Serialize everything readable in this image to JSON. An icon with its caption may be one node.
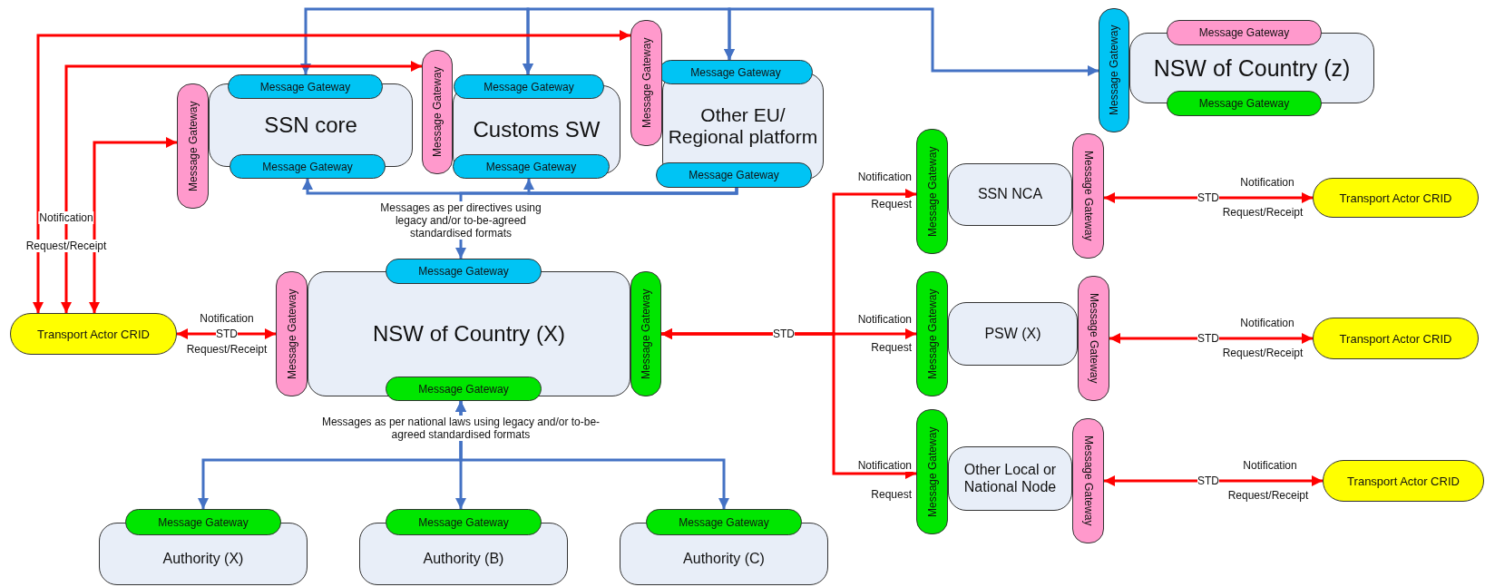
{
  "diagram": {
    "nodes": [
      {
        "text": [
          "SSN core"
        ]
      },
      {
        "text": [
          "Message Gateway"
        ]
      },
      {
        "text": [
          "Message Gateway"
        ]
      },
      {
        "text": [
          "Message Gateway"
        ]
      },
      {
        "text": [
          "Customs SW"
        ]
      },
      {
        "text": [
          "Message Gateway"
        ]
      },
      {
        "text": [
          "Message Gateway"
        ]
      },
      {
        "text": [
          "Message Gateway"
        ]
      },
      {
        "text": [
          "Other EU/ Regional platform"
        ]
      },
      {
        "text": [
          "Message Gateway"
        ]
      },
      {
        "text": [
          "Message Gateway"
        ]
      },
      {
        "text": [
          "Message Gateway"
        ]
      },
      {
        "text": [
          "NSW of Country (z)"
        ]
      },
      {
        "text": [
          "Message Gateway"
        ]
      },
      {
        "text": [
          "Message Gateway"
        ]
      },
      {
        "text": [
          "Message Gateway"
        ]
      },
      {
        "text": [
          "SSN NCA"
        ]
      },
      {
        "text": [
          "Message Gateway"
        ]
      },
      {
        "text": [
          "Message Gateway"
        ]
      },
      {
        "text": [
          "Transport Actor CRID"
        ]
      },
      {
        "text": [
          "NSW of Country (X)"
        ]
      },
      {
        "text": [
          "Message Gateway"
        ]
      },
      {
        "text": [
          "Message Gateway"
        ]
      },
      {
        "text": [
          "Message Gateway"
        ]
      },
      {
        "text": [
          "Message Gateway"
        ]
      },
      {
        "text": [
          "Transport Actor CRID"
        ]
      },
      {
        "text": [
          "PSW (X)"
        ]
      },
      {
        "text": [
          "Message Gateway"
        ]
      },
      {
        "text": [
          "Message Gateway"
        ]
      },
      {
        "text": [
          "Transport Actor CRID"
        ]
      },
      {
        "text": [
          "Other Local or National Node"
        ]
      },
      {
        "text": [
          "Message Gateway"
        ]
      },
      {
        "text": [
          "Message Gateway"
        ]
      },
      {
        "text": [
          "Transport Actor CRID"
        ]
      },
      {
        "text": [
          "Authority (X)"
        ]
      },
      {
        "text": [
          "Message Gateway"
        ]
      },
      {
        "text": [
          "Authority (B)"
        ]
      },
      {
        "text": [
          "Message Gateway"
        ]
      },
      {
        "text": [
          "Authority (C)"
        ]
      },
      {
        "text": [
          "Message Gateway"
        ]
      }
    ],
    "edges": [
      {
        "from": 1,
        "to": 5,
        "arrow": "both",
        "color": "#4472c4"
      },
      {
        "from": 5,
        "to": 9,
        "arrow": "both",
        "color": "#4472c4"
      },
      {
        "from": 9,
        "to": 15,
        "arrow": "both",
        "color": "#4472c4"
      },
      {
        "from": 10,
        "to": 2,
        "arrow": "to",
        "color": "#4472c4"
      },
      {
        "from": 10,
        "to": 6,
        "arrow": "to",
        "color": "#4472c4"
      },
      {
        "from": 10,
        "to": 21,
        "arrow": "to",
        "label": "Messages as per directives using legacy and/or to-be-agreed standardised formats",
        "color": "#4472c4"
      },
      {
        "from": 22,
        "to": 35,
        "arrow": "both",
        "color": "#4472c4"
      },
      {
        "from": 22,
        "to": 37,
        "arrow": "both",
        "label": "Messages as per national laws using legacy and/or to-be-agreed standardised formats",
        "color": "#4472c4"
      },
      {
        "from": 22,
        "to": 39,
        "arrow": "both",
        "color": "#4472c4"
      },
      {
        "from": 25,
        "to": 11,
        "arrow": "both"
      },
      {
        "from": 25,
        "to": 7,
        "arrow": "both"
      },
      {
        "from": 25,
        "to": 3,
        "arrow": "both"
      },
      {
        "from": 25,
        "to": 23,
        "arrow": "both",
        "label": "STD"
      },
      {
        "from": 24,
        "to": 17,
        "arrow": "both"
      },
      {
        "from": 24,
        "to": 27,
        "arrow": "both",
        "label": "STD"
      },
      {
        "from": 24,
        "to": 31,
        "arrow": "both"
      },
      {
        "from": 18,
        "to": 19,
        "arrow": "both",
        "label": "STD"
      },
      {
        "from": 28,
        "to": 29,
        "arrow": "both",
        "label": "STD"
      },
      {
        "from": 32,
        "to": 33,
        "arrow": "both",
        "label": "STD"
      }
    ],
    "labels": [
      "Notification",
      "Request/Receipt",
      "Notification",
      "Request",
      "Notification",
      "Request/Receipt",
      "Notification",
      "Request/Receipt",
      "Notification",
      "Request",
      "Notification",
      "Request/Receipt",
      "Notification",
      "Request",
      "Notification",
      "Request/Receipt"
    ]
  }
}
